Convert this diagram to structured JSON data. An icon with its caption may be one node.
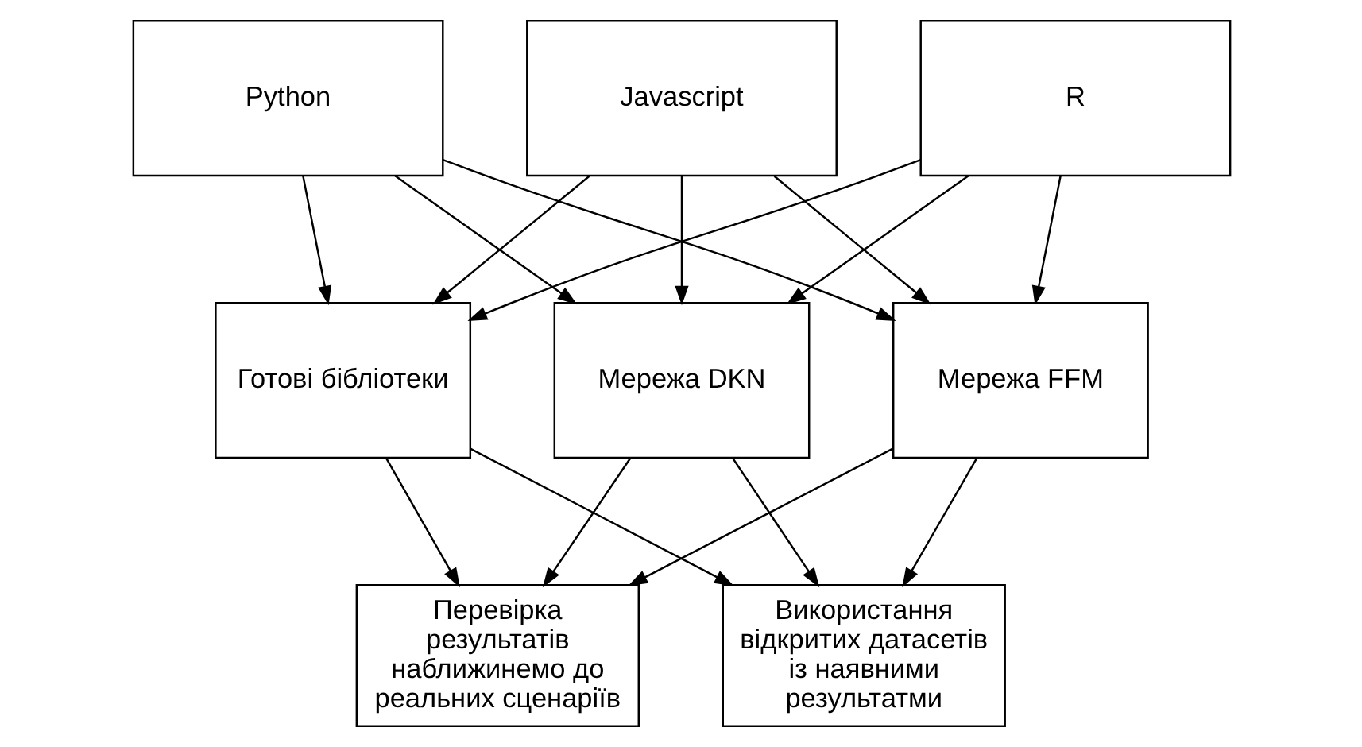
{
  "diagram": {
    "nodes": [
      {
        "text": [
          "Python"
        ]
      },
      {
        "text": [
          "Javascript"
        ]
      },
      {
        "text": [
          "R"
        ]
      },
      {
        "text": [
          "Готові бібліотеки"
        ]
      },
      {
        "text": [
          "Мережа DKN"
        ]
      },
      {
        "text": [
          "Мережа FFM"
        ]
      },
      {
        "text": [
          "Перевірка результатів наближинемо до реальних сценаріїв"
        ]
      },
      {
        "text": [
          "Використання відкритих датасетів із наявними результатми"
        ]
      }
    ],
    "edges": [
      {
        "from": 0,
        "to": 3,
        "arrow": "to"
      },
      {
        "from": 0,
        "to": 4,
        "arrow": "to"
      },
      {
        "from": 0,
        "to": 5,
        "arrow": "to"
      },
      {
        "from": 1,
        "to": 3,
        "arrow": "to"
      },
      {
        "from": 1,
        "to": 4,
        "arrow": "to"
      },
      {
        "from": 1,
        "to": 5,
        "arrow": "to"
      },
      {
        "from": 2,
        "to": 3,
        "arrow": "to"
      },
      {
        "from": 2,
        "to": 4,
        "arrow": "to"
      },
      {
        "from": 2,
        "to": 5,
        "arrow": "to"
      },
      {
        "from": 3,
        "to": 6,
        "arrow": "to"
      },
      {
        "from": 3,
        "to": 7,
        "arrow": "to"
      },
      {
        "from": 4,
        "to": 6,
        "arrow": "to"
      },
      {
        "from": 4,
        "to": 7,
        "arrow": "to"
      },
      {
        "from": 5,
        "to": 6,
        "arrow": "to"
      },
      {
        "from": 5,
        "to": 7,
        "arrow": "to"
      }
    ]
  }
}
